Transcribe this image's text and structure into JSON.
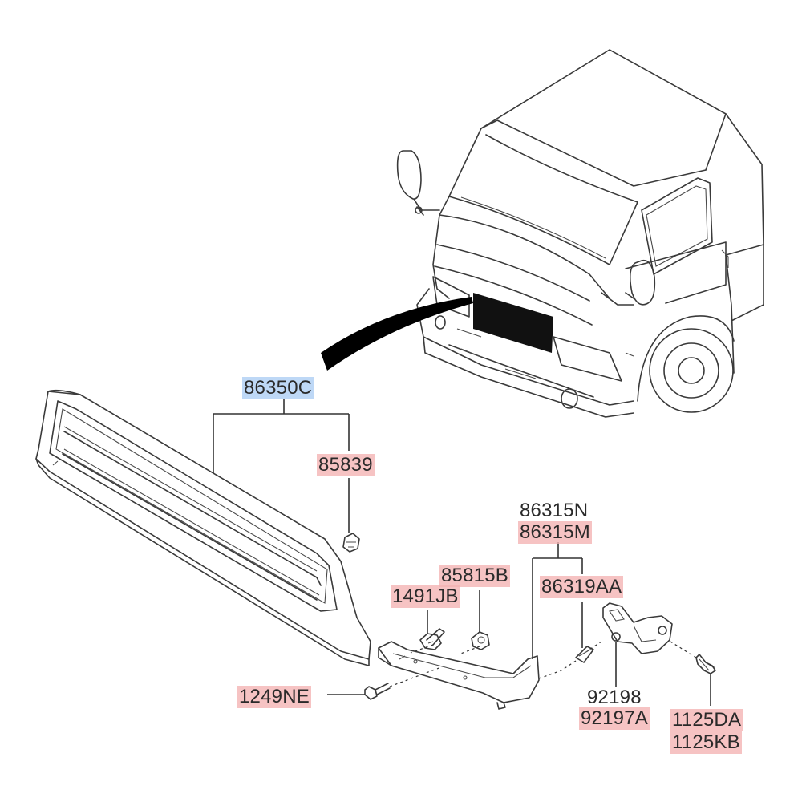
{
  "parts": [
    {
      "id": "86350C",
      "highlight": "blue"
    },
    {
      "id": "85839",
      "highlight": "red"
    },
    {
      "id": "86315N",
      "highlight": "none"
    },
    {
      "id": "86315M",
      "highlight": "red"
    },
    {
      "id": "85815B",
      "highlight": "red"
    },
    {
      "id": "1491JB",
      "highlight": "red"
    },
    {
      "id": "86319AA",
      "highlight": "red"
    },
    {
      "id": "1249NE",
      "highlight": "red"
    },
    {
      "id": "92198",
      "highlight": "none"
    },
    {
      "id": "92197A",
      "highlight": "red"
    },
    {
      "id": "1125DA",
      "highlight": "red"
    },
    {
      "id": "1125KB",
      "highlight": "red"
    }
  ],
  "colors": {
    "highlight_red": "#f3b2b2",
    "highlight_blue": "#bad6f6",
    "line": "#3a3a3a",
    "arrow": "#000000"
  }
}
